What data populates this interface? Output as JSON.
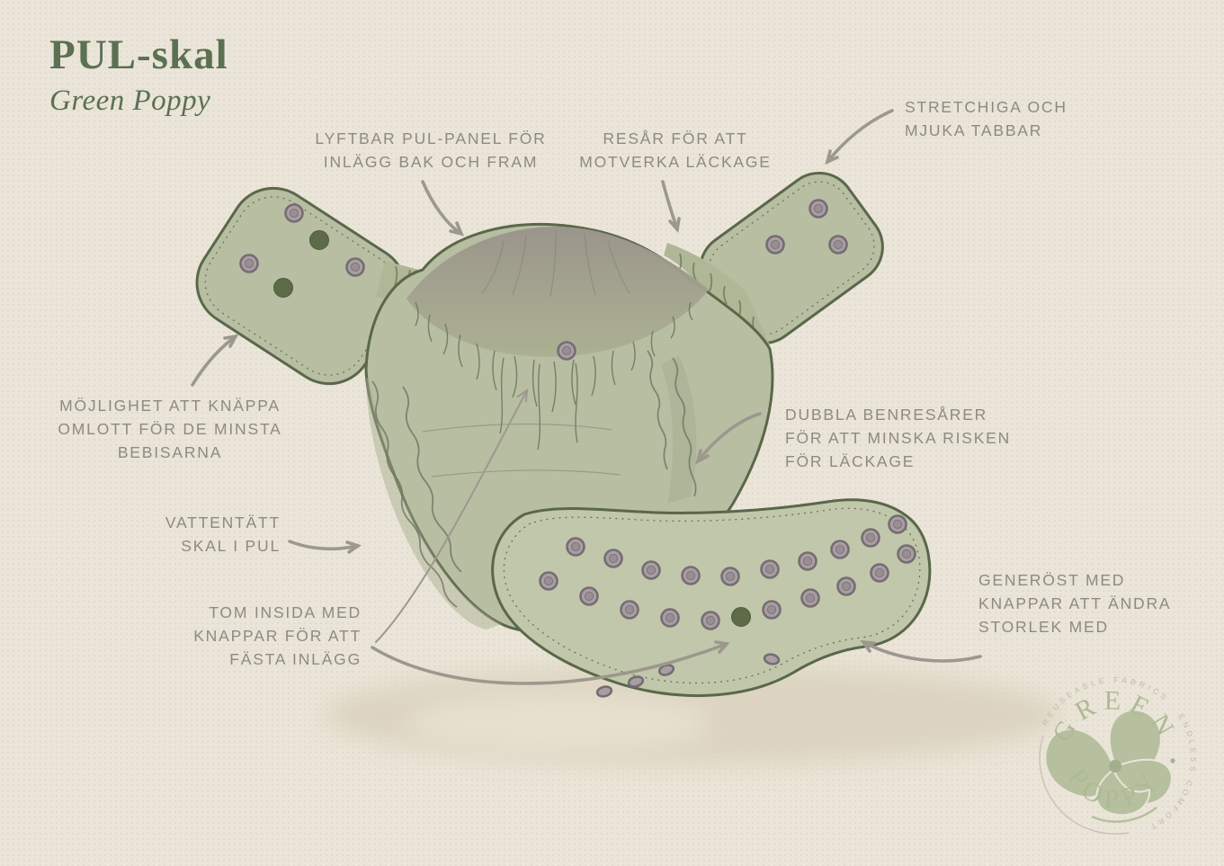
{
  "title": {
    "text": "PUL-skal",
    "subtitle": "Green Poppy"
  },
  "annotations": {
    "lyftbar_panel": {
      "lines": [
        "LYFTBAR PUL-PANEL FÖR",
        "INLÄGG BAK OCH FRAM"
      ]
    },
    "resar": {
      "lines": [
        "RESÅR FÖR ATT",
        "MOTVERKA LÄCKAGE"
      ]
    },
    "stretchiga_tabbar": {
      "lines": [
        "STRETCHIGA OCH",
        "MJUKA TABBAR"
      ]
    },
    "knappa_omlott": {
      "lines": [
        "MÖJLIGHET ATT KNÄPPA",
        "OMLOTT FÖR DE MINSTA",
        "BEBISARNA"
      ]
    },
    "dubbla_benresarer": {
      "lines": [
        "DUBBLA BENRESÅRER",
        "FÖR ATT MINSKA RISKEN",
        "FÖR LÄCKAGE"
      ]
    },
    "vattentatt_skal": {
      "lines": [
        "VATTENTÄTT",
        "SKAL I PUL"
      ]
    },
    "tom_insida": {
      "lines": [
        "TOM INSIDA MED",
        "KNAPPAR FÖR ATT",
        "FÄSTA INLÄGG"
      ]
    },
    "generost_knappar": {
      "lines": [
        "GENERÖST MED",
        "KNAPPAR ATT ÄNDRA",
        "STORLEK MED"
      ]
    }
  },
  "logo": {
    "name_top": "GREEN",
    "name_bottom": "POPPY",
    "tagline": "REUSEABLE FABRICS · ENDLESS COMFORT"
  },
  "colors": {
    "background": "#eae5d8",
    "title_green": "#5c7052",
    "label_gray": "#8e8a83",
    "arrow_gray": "#9c988e",
    "shell_sage": "#b7bea2",
    "flap_sage": "#c1c7aa",
    "back_panel_dark": "#9a948a",
    "outline_olive": "#5a674a",
    "snap_mauve": "#a89ea3",
    "snap_dark_olive": "#5e6b47",
    "logo_sage": "#aeb996"
  }
}
